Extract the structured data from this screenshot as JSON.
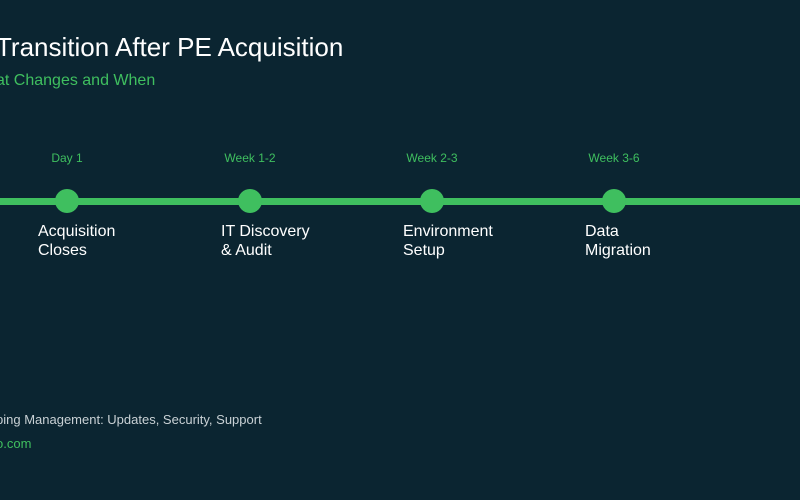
{
  "header": {
    "title": " Transition After PE Acquisition",
    "subtitle": "at Changes and When"
  },
  "timeline": {
    "milestones": [
      {
        "phase": "Day 1",
        "label": "Acquisition\nCloses"
      },
      {
        "phase": "Week 1-2",
        "label": "IT Discovery\n& Audit"
      },
      {
        "phase": "Week 2-3",
        "label": "Environment\nSetup"
      },
      {
        "phase": "Week 3-6",
        "label": "Data\nMigration"
      }
    ]
  },
  "footer": {
    "text": "ping Management: Updates, Security, Support",
    "link": "o.com"
  },
  "colors": {
    "background": "#0b2531",
    "accent": "#3fbf5f",
    "text": "#ffffff"
  }
}
